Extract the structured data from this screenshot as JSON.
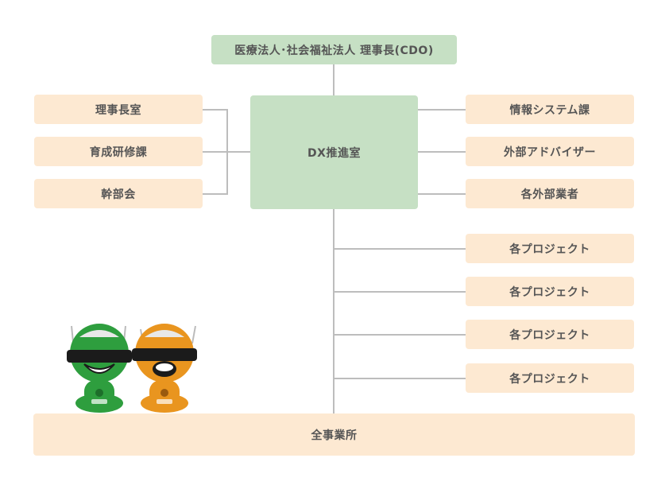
{
  "top": {
    "label": "医療法人･社会福祉法人 理事長(CDO)"
  },
  "center": {
    "label": "DX推進室"
  },
  "left": [
    {
      "label": "理事長室"
    },
    {
      "label": "育成研修課"
    },
    {
      "label": "幹部会"
    }
  ],
  "right": [
    {
      "label": "情報システム課"
    },
    {
      "label": "外部アドバイザー"
    },
    {
      "label": "各外部業者"
    }
  ],
  "projects": [
    {
      "label": "各プロジェクト"
    },
    {
      "label": "各プロジェクト"
    },
    {
      "label": "各プロジェクト"
    },
    {
      "label": "各プロジェクト"
    }
  ],
  "bottom": {
    "label": "全事業所"
  },
  "mascots": [
    {
      "name": "mascot-green",
      "color": "#2e9e3e"
    },
    {
      "name": "mascot-orange",
      "color": "#e9951f"
    }
  ]
}
